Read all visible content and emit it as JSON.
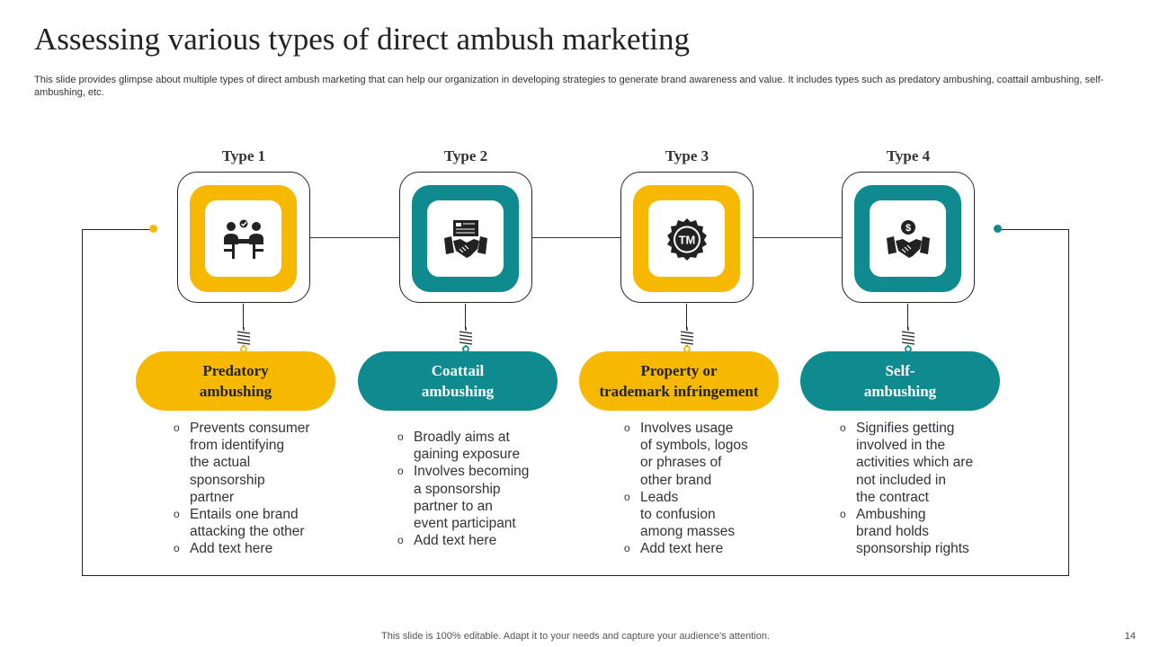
{
  "title": "Assessing various types of direct ambush marketing",
  "subtitle": "This slide provides glimpse about multiple types of direct ambush marketing that can help our organization in developing strategies to generate brand awareness and value. It includes types such as predatory ambushing, coattail ambushing, self-ambushing, etc.",
  "colors": {
    "yellow": "#f6b800",
    "teal": "#0f8b90"
  },
  "types": [
    {
      "label": "Type 1",
      "icon": "meeting-table-icon",
      "color": "yellow",
      "name_lines": [
        "Predatory",
        "ambushing"
      ],
      "bullets": [
        [
          "Prevents consumer",
          "from identifying",
          "the actual",
          "sponsorship",
          "partner"
        ],
        [
          "Entails one brand",
          "attacking the other"
        ],
        [
          "Add text here"
        ]
      ]
    },
    {
      "label": "Type 2",
      "icon": "handshake-contract-icon",
      "color": "teal",
      "name_lines": [
        "Coattail",
        "ambushing"
      ],
      "bullets": [
        [
          "Broadly aims at",
          "gaining exposure"
        ],
        [
          "Involves  becoming",
          "a sponsorship",
          "partner to an",
          "event participant"
        ],
        [
          "Add text here"
        ]
      ]
    },
    {
      "label": "Type 3",
      "icon": "trademark-badge-icon",
      "color": "yellow",
      "name_lines": [
        "Property or",
        "trademark infringement"
      ],
      "bullets": [
        [
          "Involves  usage",
          "of symbols, logos",
          "or phrases of",
          "other brand"
        ],
        [
          "Leads",
          "to confusion",
          "among masses"
        ],
        [
          "Add text here"
        ]
      ]
    },
    {
      "label": "Type 4",
      "icon": "money-handshake-icon",
      "color": "teal",
      "name_lines": [
        "Self-",
        "ambushing"
      ],
      "bullets": [
        [
          "Signifies getting",
          "involved in the",
          "activities which are",
          "not included in",
          "the contract"
        ],
        [
          "Ambushing",
          "brand holds",
          "sponsorship rights"
        ]
      ]
    }
  ],
  "bullet_symbol": "o",
  "footer": "This slide is 100% editable. Adapt it to your needs and capture your audience's attention.",
  "page_number": "14"
}
